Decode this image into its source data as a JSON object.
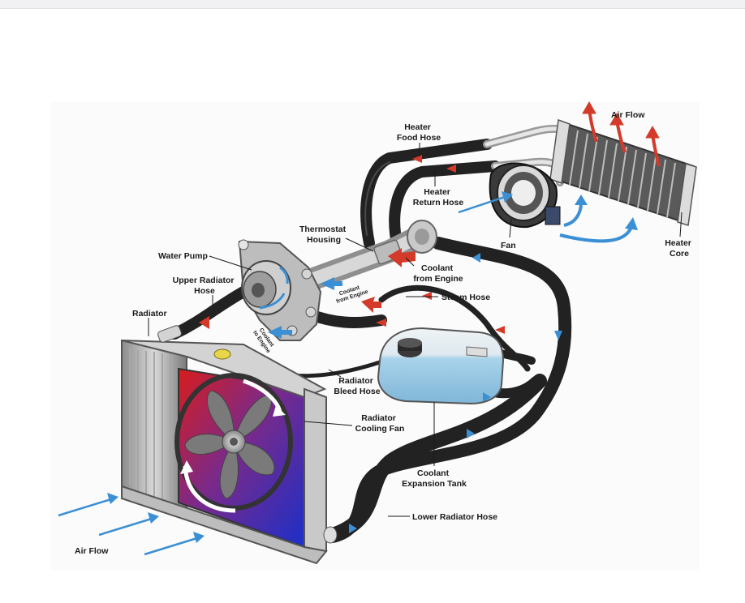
{
  "labels": {
    "heater_food_hose": [
      "Heater",
      "Food Hose"
    ],
    "air_flow_top": "Air Flow",
    "heater_return_hose": [
      "Heater",
      "Return Hose"
    ],
    "thermostat_housing": [
      "Thermostat",
      "Housing"
    ],
    "fan": "Fan",
    "heater_core": [
      "Heater",
      "Core"
    ],
    "water_pump": "Water Pump",
    "coolant_from_engine": [
      "Coolant",
      "from Engine"
    ],
    "upper_radiator_hose": [
      "Upper Radiator",
      "Hose"
    ],
    "steam_hose": "Steam Hose",
    "radiator": "Radiator",
    "radiator_bleed_hose": [
      "Radiator",
      "Bleed Hose"
    ],
    "radiator_cooling_fan": [
      "Radiator",
      "Cooling Fan"
    ],
    "coolant_expansion_tank": [
      "Coolant",
      "Expansion Tank"
    ],
    "lower_radiator_hose": "Lower Radiator Hose",
    "air_flow_bottom": "Air Flow",
    "coolant_from_engine_small": [
      "Coolant",
      "from Engine"
    ],
    "coolant_to_engine_small": [
      "Coolant",
      "to Engine"
    ]
  },
  "colors": {
    "hot_arrow": "#d43a2a",
    "cool_arrow": "#3b8fd4",
    "hose": "#222222",
    "tank": "#a9d3ea"
  }
}
